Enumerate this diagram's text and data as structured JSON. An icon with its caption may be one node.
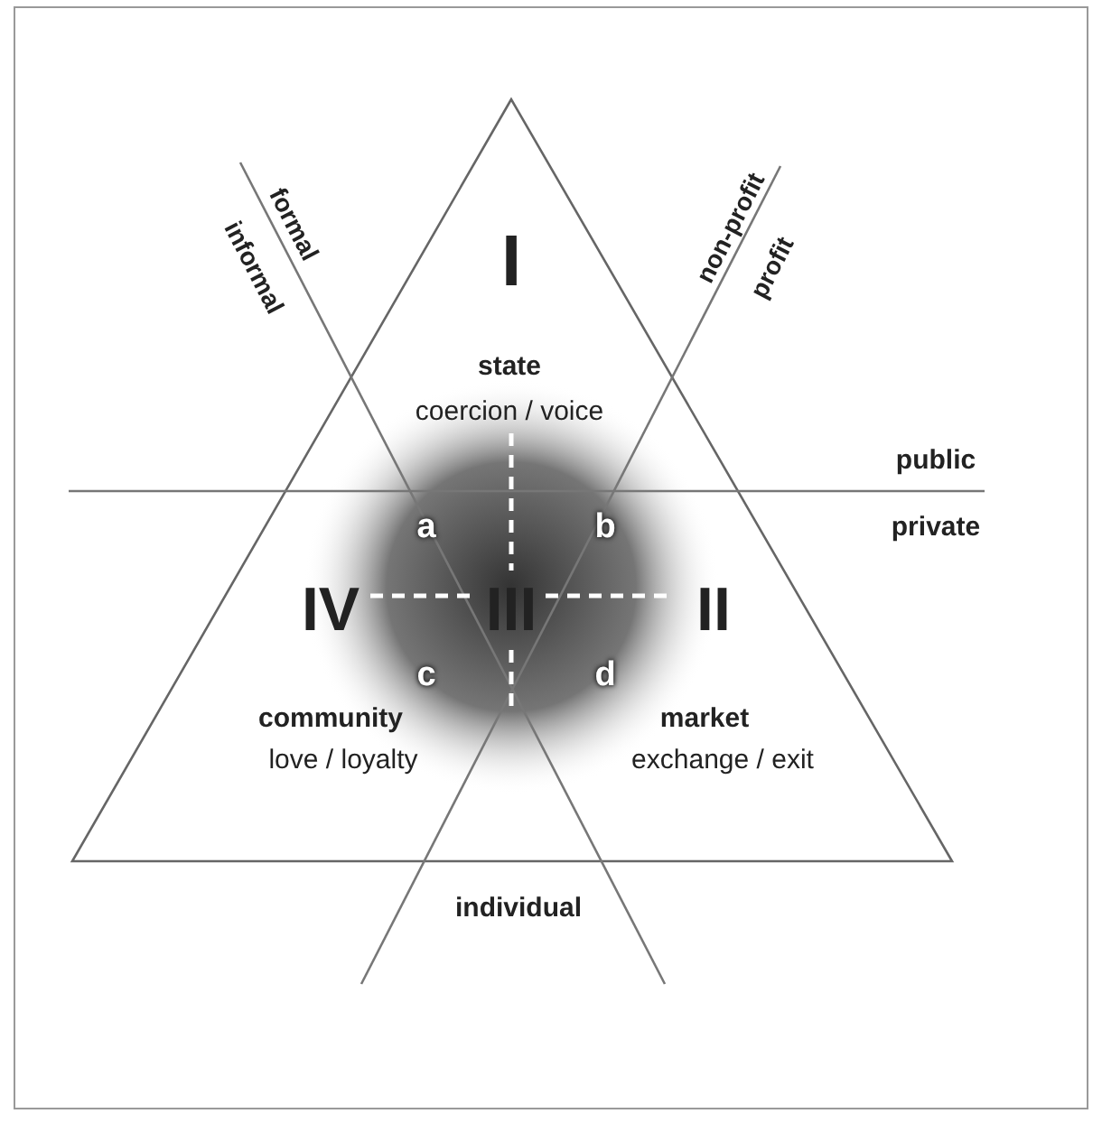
{
  "diagram": {
    "labels": [
      "I",
      "formal",
      "informal",
      "non-profit",
      "profit",
      "state",
      "coercion / voice",
      "public",
      "a",
      "b",
      "private",
      "IV",
      "III",
      "II",
      "c",
      "d",
      "community",
      "love / loyalty",
      "market",
      "exchange / exit",
      "individual"
    ]
  }
}
